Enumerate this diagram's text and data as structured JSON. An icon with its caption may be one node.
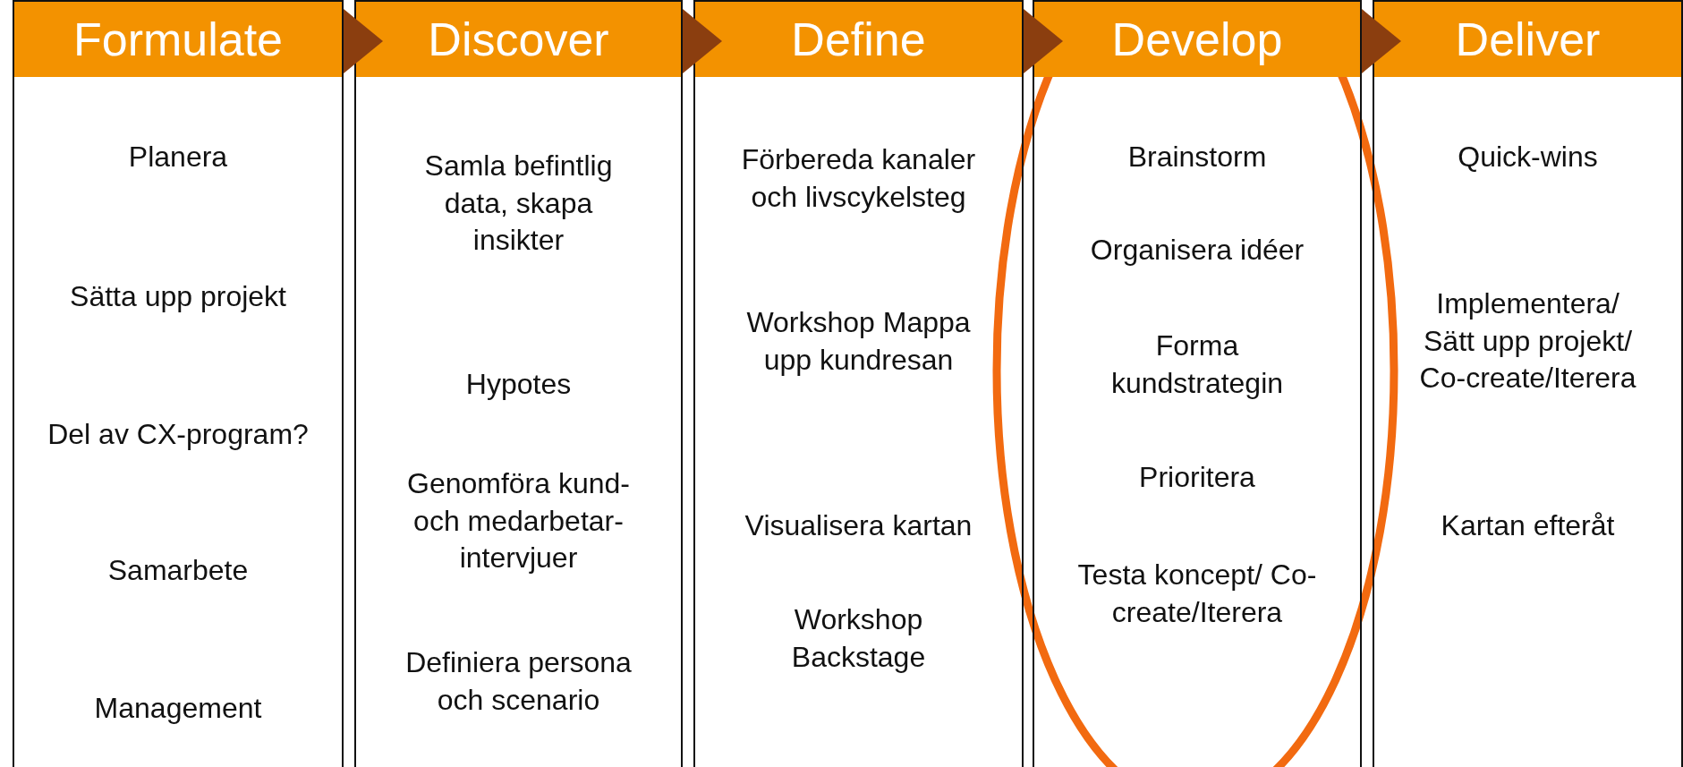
{
  "diagram": {
    "nodes": [
      {
        "text": [
          "Formulate",
          "Planera",
          "Sätta upp projekt",
          "Del av CX-program?",
          "Samarbete",
          "Management"
        ]
      },
      {
        "text": [
          "Discover",
          "Samla befintlig data, skapa insikter",
          "Hypotes",
          "Genomföra kund- och medarbetar- intervjuer",
          "Definiera persona och scenario"
        ]
      },
      {
        "text": [
          "Define",
          "Förbereda kanaler och livscykelsteg",
          "Workshop Mappa upp kundresan",
          "Visualisera kartan",
          "Workshop Backstage"
        ]
      },
      {
        "text": [
          "Develop",
          "Brainstorm",
          "Organisera idéer",
          "Forma kundstrategin",
          "Prioritera",
          "Testa koncept/ Co-create/Iterera"
        ]
      },
      {
        "text": [
          "Deliver",
          "Quick-wins",
          "Implementera/ Sätt upp projekt/ Co-create/Iterera",
          "Kartan efteråt"
        ]
      }
    ],
    "edges": [
      {
        "from": 0,
        "to": 1,
        "arrow": "to"
      },
      {
        "from": 1,
        "to": 2,
        "arrow": "to"
      },
      {
        "from": 2,
        "to": 3,
        "arrow": "to"
      },
      {
        "from": 3,
        "to": 4,
        "arrow": "to"
      }
    ]
  }
}
